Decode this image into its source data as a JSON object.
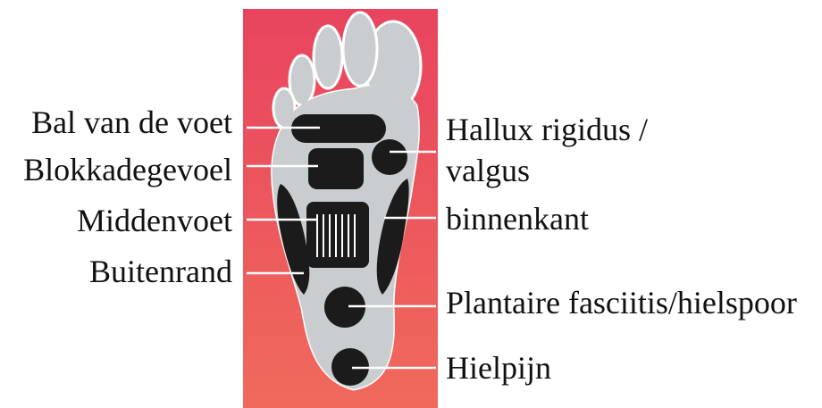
{
  "colors": {
    "panel_top": "#e8445e",
    "panel_bottom": "#f06a5c",
    "foot_fill": "#c9cdcf",
    "foot_outline": "#ffffff",
    "zone_fill": "#1b1b1b",
    "text": "#111111"
  },
  "labels": {
    "bal_van_de_voet": "Bal van de voet",
    "blokkadegevoel": "Blokkadegevoel",
    "middenvoet": "Middenvoet",
    "buitenrand": "Buitenrand",
    "hallux_line1": "Hallux rigidus /",
    "hallux_line2": "valgus",
    "binnenkant": "binnenkant",
    "plantaire": "Plantaire fasciitis/hielspoor",
    "hielpijn": "Hielpijn"
  }
}
